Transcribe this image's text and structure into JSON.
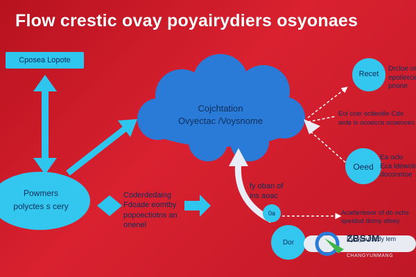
{
  "title": "Flow crestic ovay poyairydiers osyonaes",
  "top_left_box": "Cposea Lopote",
  "cloud": {
    "line1": "Cojchtation",
    "line2": "Ovyectac /Voysnome"
  },
  "left_ellipse": {
    "line1": "Powmers",
    "line2": "polyctes s cery"
  },
  "middle_text": [
    "Coderdedaing",
    "Fdoade eomtby",
    "popoectiotns an",
    "onenel"
  ],
  "bottom_center_text": [
    "fy oban of",
    "ins aoac"
  ],
  "right_circles": {
    "top": "Recet",
    "middle": "Oeed",
    "oa": "0a",
    "bottom": "Dor"
  },
  "right_texts": {
    "top": [
      "Drcloe or",
      "epotiercidae",
      "pnone"
    ],
    "upper_mid": [
      "Eol ccer octleoille Cde",
      "arde is ocoecce ocoences"
    ],
    "lower_mid": [
      "Ea oclo",
      "Eca ldewotion",
      "doconntoe"
    ],
    "bottom": [
      "Acatterleoor of do ochs",
      "speidsd domy ofeey"
    ]
  },
  "bottom_pill": "Eyo yourscdy lem",
  "watermark": {
    "main": "ZBSJM",
    "sub": "CHANGYUNMANG"
  },
  "colors": {
    "background": "#c91b2a",
    "cloud": "#2a7bd8",
    "cyan": "#33c6ef",
    "arrow": "#2ec6ef"
  }
}
